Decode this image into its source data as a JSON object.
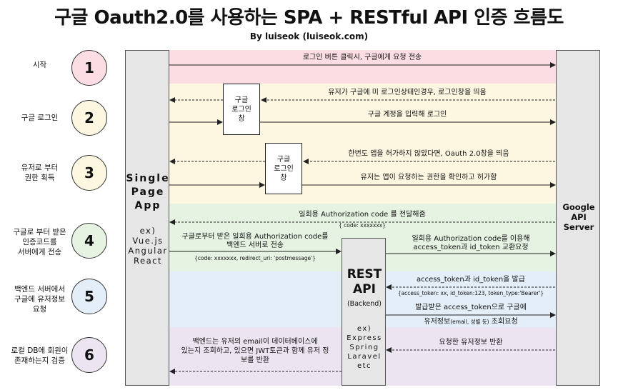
{
  "title": "구글 Oauth2.0를 사용하는 SPA + RESTful API 인증 흐름도",
  "subtitle": "By luiseok (luiseok.com)",
  "colors": {
    "band1": "#fbdde3",
    "band2": "#fdf7e2",
    "band3": "#fdf7e2",
    "band4": "#e6f3e3",
    "band5": "#e3eef9",
    "band6": "#ece5f1",
    "circle1": "#fbdde3",
    "circle2": "#fdf7e2",
    "circle3": "#fdf7e2",
    "circle4": "#e6f3e3",
    "circle5": "#e3eef9",
    "circle6": "#ece5f1"
  },
  "steps": [
    {
      "num": "1",
      "label": "시작"
    },
    {
      "num": "2",
      "label": "구글 로그인"
    },
    {
      "num": "3",
      "label": "유저로 부터\n권한 획득"
    },
    {
      "num": "4",
      "label": "구글로 부터 받은\n인증코드를\n서버에게 전송"
    },
    {
      "num": "5",
      "label": "백엔드 서버에서\n구글에 유저정보\n요청"
    },
    {
      "num": "6",
      "label": "로컬 DB에 회원이\n존재하는지 검증"
    }
  ],
  "spa": {
    "title": "Single\nPage\nApp",
    "examples": "ex)\nVue.js\nAngular\nReact"
  },
  "google": {
    "title": "Google\nAPI\nServer"
  },
  "rest": {
    "title": "REST\nAPI",
    "subtitle": "(Backend)",
    "examples": "ex)\nExpress\nSpring\nLaravel\netc"
  },
  "login_box_1": "구글\n로그인\n창",
  "login_box_2": "구글\n로그인\n창",
  "messages": {
    "m1": "로그인 버튼 클릭시, 구글에게 요청 전송",
    "m2": "유저가 구글에 미 로그인상태인경우, 로그인창을 띄움",
    "m3": "구글 계정을 입력해 로그인",
    "m4": "한번도 앱을 허가하지 않았다면, Oauth 2.0창을 띄움",
    "m5": "유저는 앱이 요청하는 권한을 확인하고 허가함",
    "m6": "일회용 Authorization code 를 전달해줌",
    "m6_sub": "{ code: xxxxxxx}",
    "m7": "구글로부터 받은 일회용 Authorization code를\n백엔드 서버로 전송",
    "m7_sub": "{code: xxxxxxx, redirect_uri: 'postmessage'}",
    "m8": "일회용 Authorization code를 이용해\naccess_token과 id_token 교환요청",
    "m9": "access_token과 id_token을 발급",
    "m9_sub": "{access_token: xx, id_token:123, token_type:'Bearer'}",
    "m10": "발급받은 access_token으로 구글에",
    "m10b_pre": "유저정보",
    "m10b_small": "(email, 성별 등)",
    "m10b_post": " 조회요청",
    "m11": "요청한 유저정보 반환",
    "m12": "백엔드는 유저의 email이 데이터베이스에\n있는지 조회하고, 있으면 JWT토큰과 함께 유저 정\n보를 반환"
  }
}
